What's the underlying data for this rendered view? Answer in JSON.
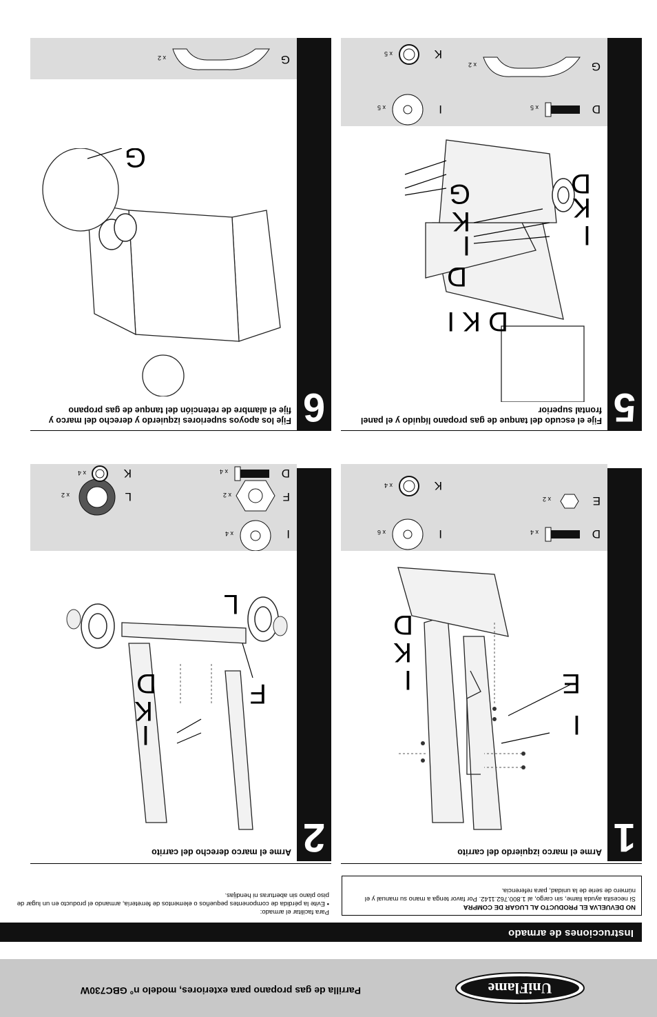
{
  "header": {
    "brand": "UniFlame",
    "title": "Parrilla de gas propano para exteriores, modelo n° GBC730W"
  },
  "section": {
    "title": "Instrucciones de armado"
  },
  "notice": {
    "heading": "NO DEVUELVA EL PRODUCTO AL LUGAR DE COMPRA",
    "body": "Si necesita ayuda llame, sin cargo, al 1.800.762.1142. Por favor tenga a mano su manual y el número de serie de la unidad, para referencia."
  },
  "tips": {
    "heading": "Para facilitar el armado:",
    "body": "• Evite la pérdida de componentes pequeños o elementos de ferretería, armando el producto en un lugar de piso plano sin aberturas ni hendijas."
  },
  "steps": [
    {
      "number": "1",
      "title": "Arme el marco izquierdo del carrito",
      "parts": [
        {
          "letter": "D",
          "count": "x 4"
        },
        {
          "letter": "E",
          "count": "x 2"
        },
        {
          "letter": "I",
          "count": "x 6"
        },
        {
          "letter": "K",
          "count": "x 4"
        }
      ],
      "callouts": [
        "D",
        "K",
        "I",
        "E",
        "I"
      ]
    },
    {
      "number": "2",
      "title": "Arme el marco derecho del carrito",
      "parts": [
        {
          "letter": "D",
          "count": "x 4"
        },
        {
          "letter": "F",
          "count": "x 2"
        },
        {
          "letter": "I",
          "count": "x 4"
        },
        {
          "letter": "K",
          "count": "x 4"
        },
        {
          "letter": "L",
          "count": "x 2"
        }
      ],
      "callouts": [
        "D",
        "K",
        "I",
        "F",
        "L"
      ]
    },
    {
      "number": "5",
      "title": "Fije el escudo del tanque de gas propano líquido y el panel frontal superior",
      "parts": [
        {
          "letter": "D",
          "count": "x 5"
        },
        {
          "letter": "G",
          "count": "x 2"
        },
        {
          "letter": "I",
          "count": "x 5"
        },
        {
          "letter": "K",
          "count": "x 5"
        }
      ],
      "callouts": [
        "D K I",
        "D",
        "I",
        "K",
        "G",
        "D",
        "K",
        "I"
      ]
    },
    {
      "number": "6",
      "title": "Fije los apoyos superiores izquierdo y derecho del marco y fije el alambre de retención del tanque de gas propano",
      "parts": [
        {
          "letter": "G",
          "count": "x 2"
        }
      ],
      "callouts": [
        "G"
      ]
    }
  ]
}
